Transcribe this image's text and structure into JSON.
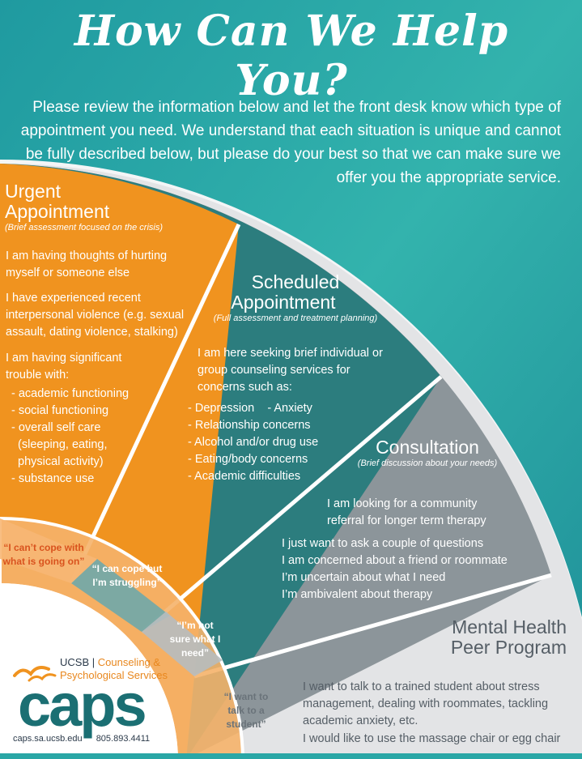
{
  "title": "How Can We Help You?",
  "intro": "Please review the information below and let the front desk know which type of appointment you need. We understand that each situation is unique and cannot be fully described below, but please do your best so that we can make sure we offer you the appropriate service.",
  "urgent": {
    "title_line1": "Urgent",
    "title_line2": "Appointment",
    "subtitle": "(Brief assessment focused on the crisis)",
    "item1": "I am having thoughts of hurting myself or someone else",
    "item2": "I have experienced recent interpersonal violence (e.g. sexual assault, dating violence, stalking)",
    "item3": "I am having significant trouble with:",
    "troubles": [
      "- academic functioning",
      "- social functioning",
      "- overall self care",
      "  (sleeping, eating,",
      "  physical activity)",
      "- substance use"
    ],
    "quote": "“I can’t cope with what is going on”"
  },
  "scheduled": {
    "title_line1": "Scheduled",
    "title_line2": "Appointment",
    "subtitle": "(Full assessment and treatment planning)",
    "intro": "I am here seeking brief individual or group counseling services for concerns such as:",
    "concerns": [
      "- Depression    - Anxiety",
      "- Relationship concerns",
      "- Alcohol and/or drug use",
      "- Eating/body concerns",
      "- Academic difficulties"
    ],
    "quote": "“I can cope but I’m struggling”"
  },
  "consultation": {
    "title": "Consultation",
    "subtitle": "(Brief discussion about your needs)",
    "item1": "I am looking for a community referral for longer term therapy",
    "items": [
      "I just want to ask a couple of questions",
      "I am concerned about a friend or roommate",
      "I’m uncertain about what I need",
      "I’m ambivalent about therapy"
    ],
    "quote": "“I’m not sure what I need”"
  },
  "peer": {
    "title_line1": "Mental Health",
    "title_line2": "Peer Program",
    "item1": "I want to talk to a trained student about stress management, dealing with roommates, tackling academic anxiety, etc.",
    "item2": "I would like to use the massage chair or egg chair",
    "quote": "“I want to talk to a student”"
  },
  "footer": {
    "ucsb": "UCSB",
    "org_line1": "Counseling &",
    "org_line2": "Psychological Services",
    "logo": "caps",
    "website": "caps.sa.ucsb.edu",
    "phone": "805.893.4411"
  },
  "colors": {
    "teal_bg": "#2aa7a6",
    "orange": "#f0931f",
    "dark_teal": "#2c7d7e",
    "grey": "#8c959a",
    "light_grey": "#e3e4e6",
    "caps_blue": "#1b6f73"
  }
}
